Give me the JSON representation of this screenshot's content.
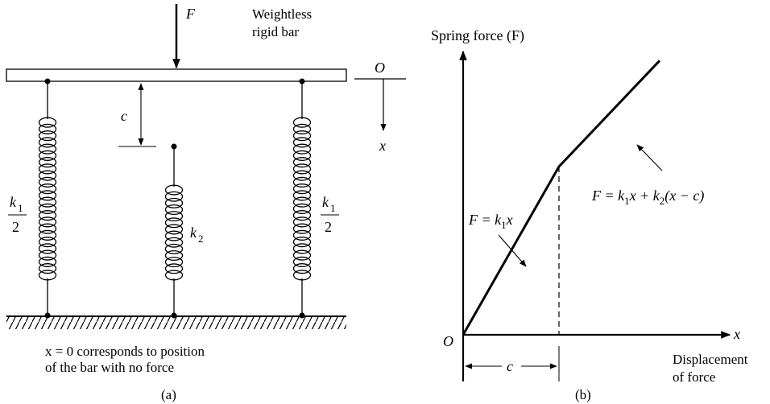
{
  "panel_a": {
    "force_symbol": "F",
    "bar_label_line1": "Weightless",
    "bar_label_line2": "rigid bar",
    "origin_label": "O",
    "x_label": "x",
    "gap_label": "c",
    "spring_left": {
      "num": "k",
      "sub": "1",
      "den": "2"
    },
    "spring_right": {
      "num": "k",
      "sub": "1",
      "den": "2"
    },
    "spring_middle": {
      "base": "k",
      "sub": "2"
    },
    "caption_line1": "x = 0 corresponds to position",
    "caption_line2": "of the bar with no force",
    "panel_label": "(a)"
  },
  "panel_b": {
    "y_axis_label": "Spring force (F)",
    "origin_label": "O",
    "x_axis_symbol": "x",
    "x_axis_label_line1": "Displacement",
    "x_axis_label_line2": "of force",
    "c_label": "c",
    "eq1": "F = k₁x",
    "eq2": "F = k₁x + k₂(x − c)",
    "panel_label": "(b)"
  },
  "chart_data": {
    "type": "line",
    "title": "",
    "xlabel": "Displacement of force",
    "ylabel": "Spring force (F)",
    "series": [
      {
        "x": [
          0,
          1,
          2.05
        ],
        "y": [
          0,
          1,
          1.63
        ]
      }
    ],
    "annotations": [
      "F = k₁x",
      "F = k₁x + k₂(x − c)",
      "c"
    ]
  }
}
